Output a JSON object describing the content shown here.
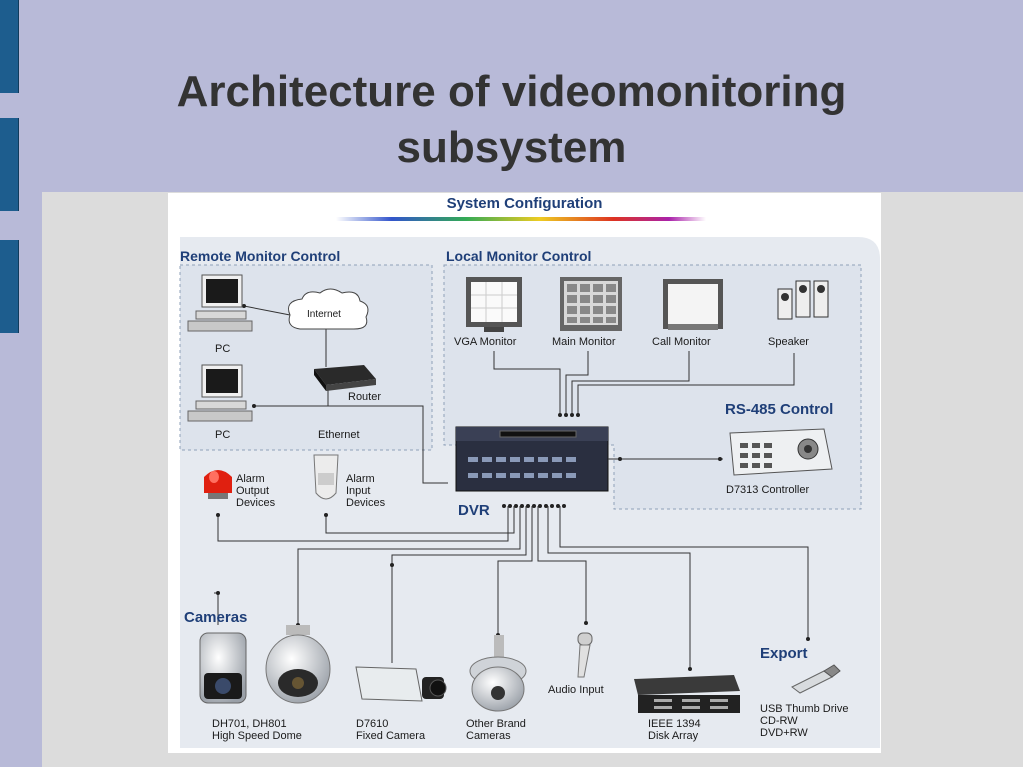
{
  "slide": {
    "title_line1": "Architecture of videomonitoring",
    "title_line2": "subsystem"
  },
  "diagram": {
    "title": "System Configuration",
    "remote": {
      "heading": "Remote Monitor Control",
      "pc1": "PC",
      "pc2": "PC",
      "internet": "Internet",
      "router": "Router",
      "ethernet": "Ethernet"
    },
    "local": {
      "heading": "Local Monitor Control",
      "vga": "VGA Monitor",
      "main": "Main Monitor",
      "call": "Call Monitor",
      "speaker": "Speaker"
    },
    "rs485": {
      "heading": "RS-485 Control",
      "controller": "D7313 Controller"
    },
    "alarm_output": [
      "Alarm",
      "Output",
      "Devices"
    ],
    "alarm_input": [
      "Alarm",
      "Input",
      "Devices"
    ],
    "dvr": "DVR",
    "cameras": {
      "heading": "Cameras",
      "dome": [
        "DH701, DH801",
        "High Speed Dome"
      ],
      "fixed": [
        "D7610",
        "Fixed Camera"
      ],
      "other": [
        "Other Brand",
        "Cameras"
      ]
    },
    "audio": "Audio Input",
    "disk": [
      "IEEE 1394",
      "Disk Array"
    ],
    "export": {
      "heading": "Export",
      "items": [
        "USB Thumb Drive",
        "CD-RW",
        "DVD+RW"
      ]
    },
    "colors": {
      "heading_blue": "#1f3f78",
      "slide_bg": "#b8bad8",
      "side_bar": "#1d5d8e",
      "panel": "#e6eaf0"
    }
  }
}
